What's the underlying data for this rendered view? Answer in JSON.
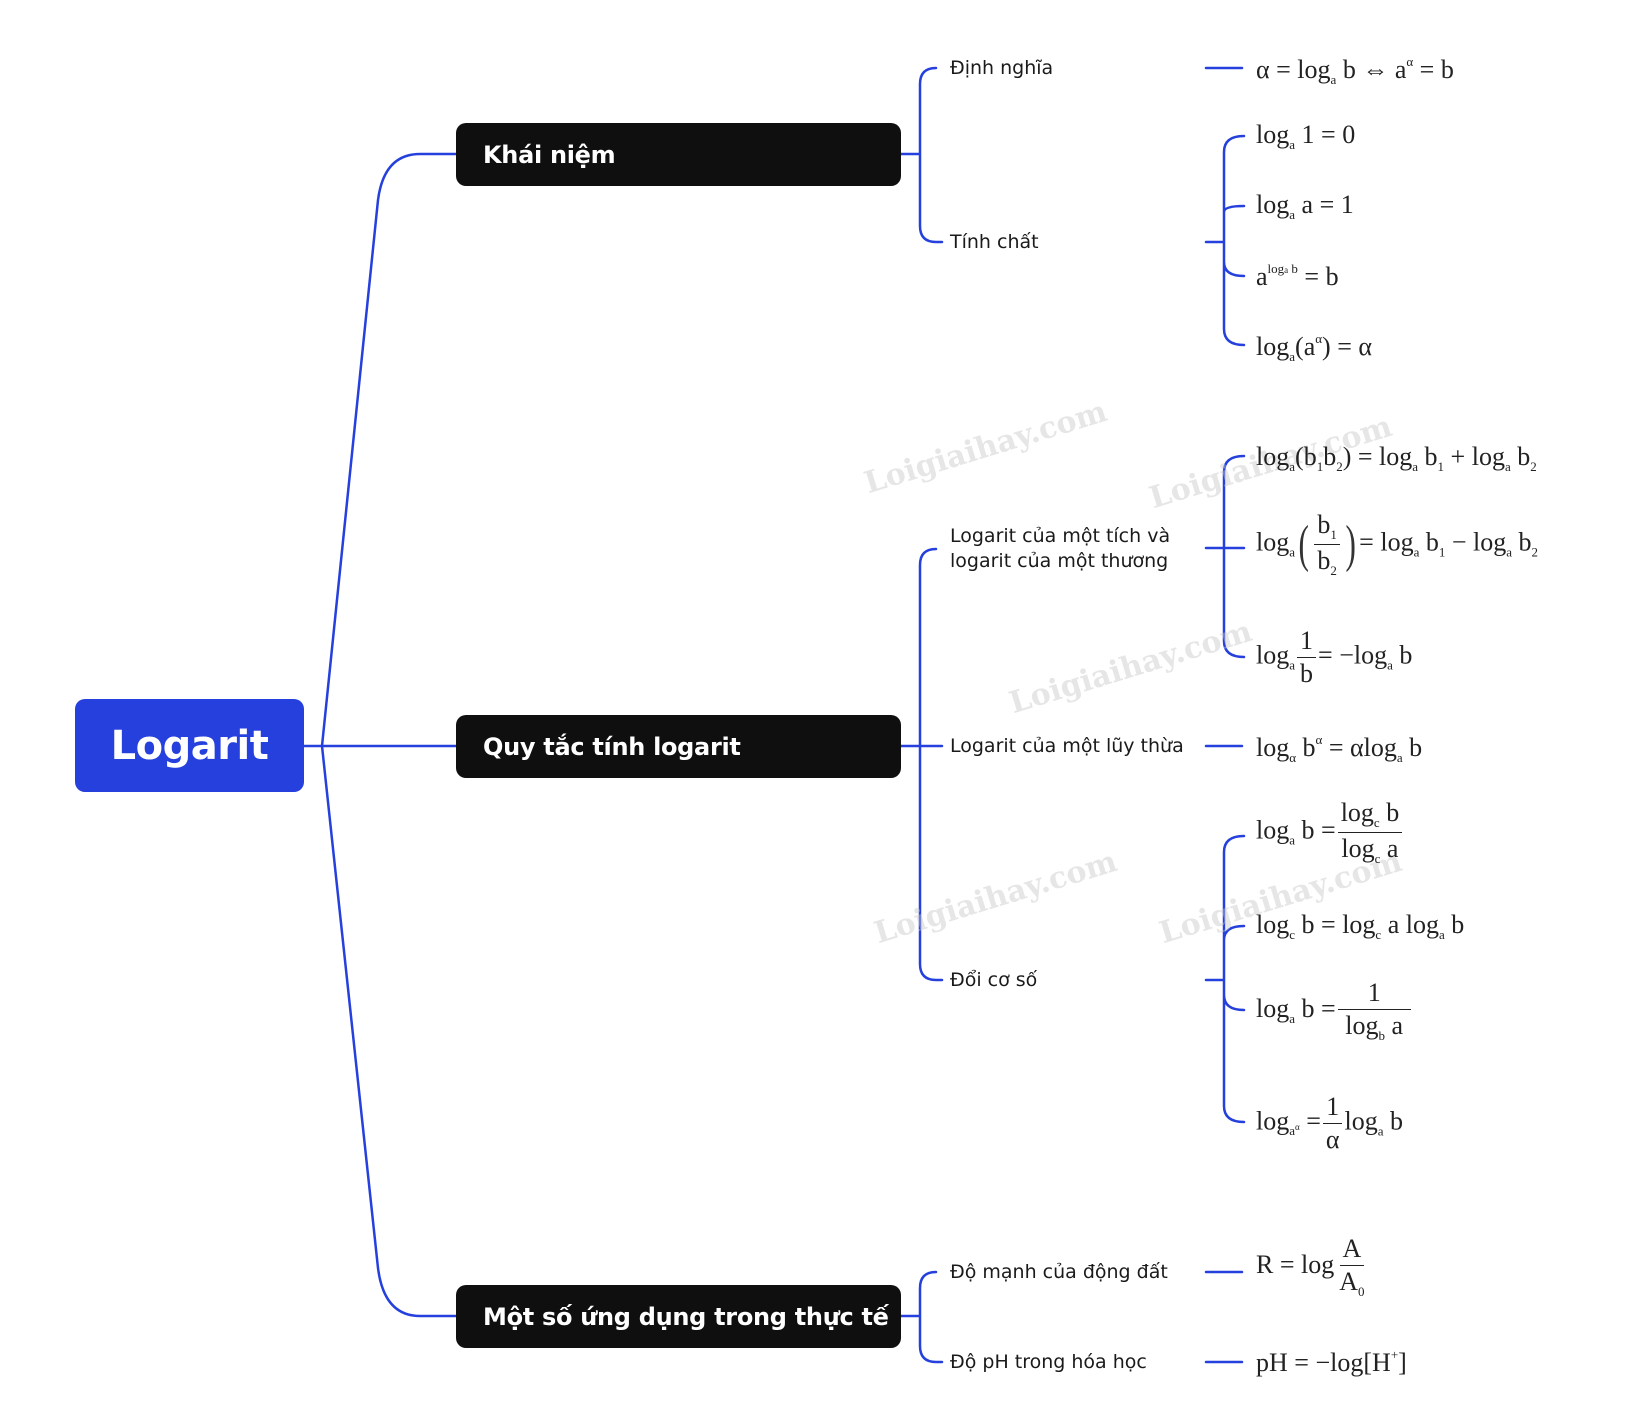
{
  "colors": {
    "accent": "#2540dc",
    "node_dark": "#0f0f0f",
    "line": "#2540dc"
  },
  "root": {
    "label": "Logarit"
  },
  "branches": [
    {
      "label": "Khái niệm",
      "children": [
        {
          "label": "Định nghĩa",
          "formulas": [
            "α = log_a b ⇔ a^α = b"
          ]
        },
        {
          "label": "Tính chất",
          "formulas": [
            "log_a 1 = 0",
            "log_a a = 1",
            "a^(log_a b) = b",
            "log_a(a^α) = α"
          ]
        }
      ]
    },
    {
      "label": "Quy tắc tính logarit",
      "children": [
        {
          "label": "Logarit của một tích và logarit của một thương",
          "label_lines": [
            "Logarit của một tích và",
            "logarit của một thương"
          ],
          "formulas": [
            "log_a(b1b2) = log_a b1 + log_a b2",
            "log_a(b1/b2) = log_a b1 − log_a b2",
            "log_a(1/b) = −log_a b"
          ]
        },
        {
          "label": "Logarit của một lũy thừa",
          "formulas": [
            "log_α b^α = α log_a b"
          ]
        },
        {
          "label": "Đổi cơ số",
          "formulas": [
            "log_a b = log_c b / log_c a",
            "log_c b = log_c a log_a b",
            "log_a b = 1 / log_b a",
            "log_(a^α) = (1/α) log_a b"
          ]
        }
      ]
    },
    {
      "label": "Một số ứng dụng trong thực tế",
      "children": [
        {
          "label": "Độ mạnh của động đất",
          "formulas": [
            "R = log A/A0"
          ]
        },
        {
          "label": "Độ pH trong hóa học",
          "formulas": [
            "pH = −log[H+]"
          ]
        }
      ]
    }
  ],
  "glyphs": {
    "alpha": "α",
    "eq": "=",
    "iff": "⇔",
    "log": "log",
    "minus": "−",
    "plus": "+",
    "a": "a",
    "b": "b",
    "c": "c",
    "one": "1",
    "zero": "0",
    "b1": "b",
    "b2": "b",
    "sub1": "1",
    "sub2": "2",
    "R": "R",
    "A": "A",
    "A0sub": "0",
    "pH": "pH",
    "H": "H",
    "Hplus": "+",
    "lbr": "[",
    "rbr": "]",
    "lp": "(",
    "rp": ")"
  },
  "watermark": "Loigiaihay.com"
}
